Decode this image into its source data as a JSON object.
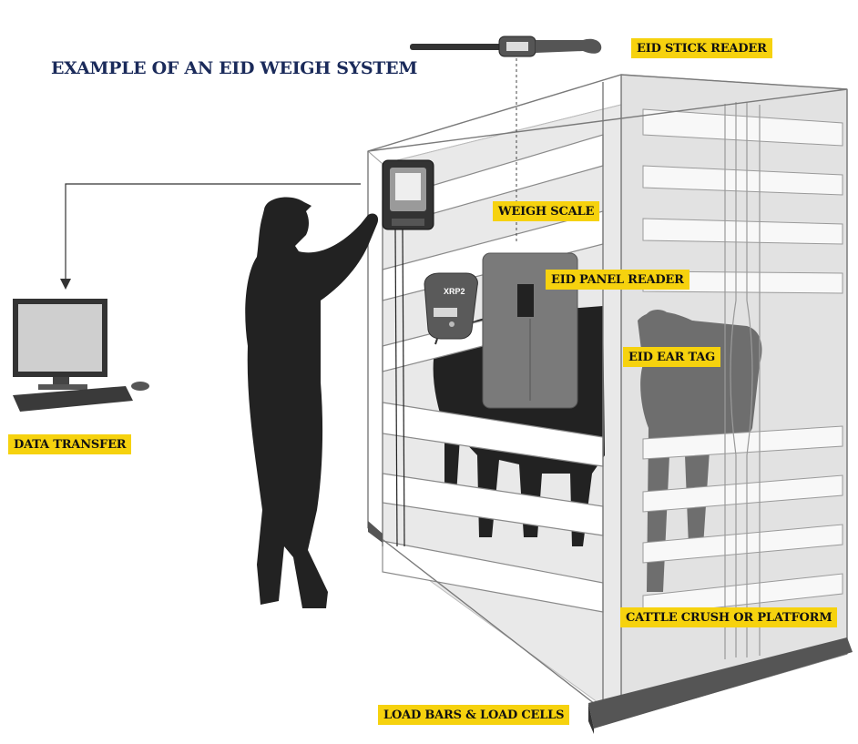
{
  "title": "EXAMPLE OF AN EID WEIGH SYSTEM",
  "labels": {
    "stick_reader": "EID STICK READER",
    "weigh_scale": "WEIGH SCALE",
    "panel_reader": "EID PANEL READER",
    "ear_tag": "EID EAR TAG",
    "data_transfer": "DATA TRANSFER",
    "crush": "CATTLE CRUSH OR PLATFORM",
    "load_bars": "LOAD BARS & LOAD CELLS"
  },
  "device_brand": "XRP2",
  "colors": {
    "title": "#1a2a5a",
    "label_bg": "#f6d20e",
    "silhouette": "#222222",
    "calf_far": "#6e6e6e"
  }
}
